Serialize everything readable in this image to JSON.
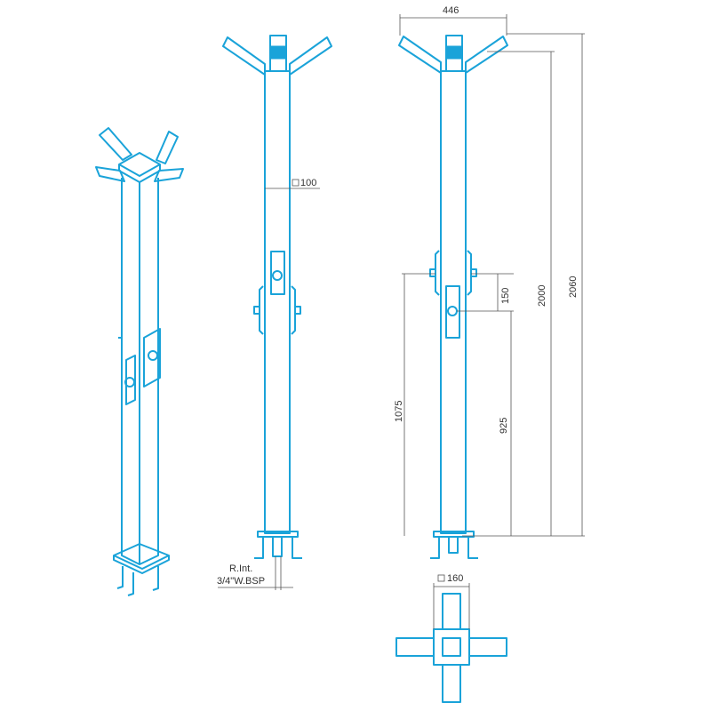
{
  "title": "Shower column technical drawing",
  "colors": {
    "outline": "#1aa3d9",
    "dimension": "#555555"
  },
  "dimensions": {
    "pole_section": "100",
    "head_width": "446",
    "total_height": "2060",
    "head_height": "2000",
    "valve_height": "1075",
    "lower_valve_height": "925",
    "valve_spacing": "150",
    "base_section": "160",
    "inlet_line1": "R.Int.",
    "inlet_line2": "3/4\"W.BSP"
  }
}
